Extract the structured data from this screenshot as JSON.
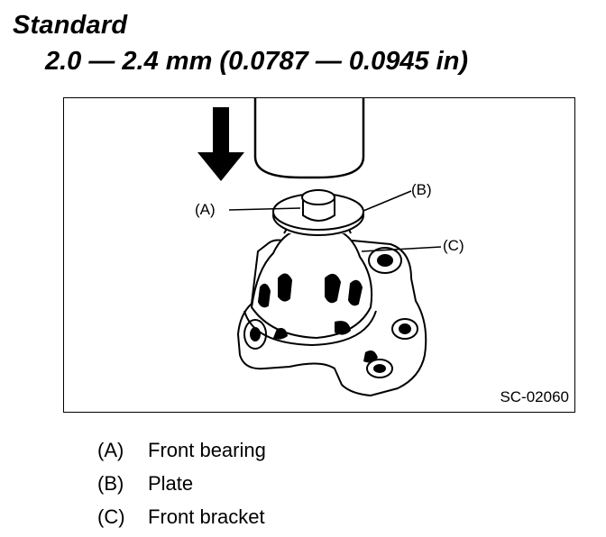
{
  "heading": "Standard",
  "spec": "2.0 — 2.4 mm (0.0787 — 0.0945 in)",
  "figure": {
    "code": "SC-02060",
    "label_a": "(A)",
    "label_b": "(B)",
    "label_c": "(C)"
  },
  "legend": [
    {
      "key": "(A)",
      "text": "Front bearing"
    },
    {
      "key": "(B)",
      "text": "Plate"
    },
    {
      "key": "(C)",
      "text": "Front bracket"
    }
  ],
  "colors": {
    "ink": "#000000",
    "background": "#ffffff",
    "shade": "#c8c8c8"
  }
}
